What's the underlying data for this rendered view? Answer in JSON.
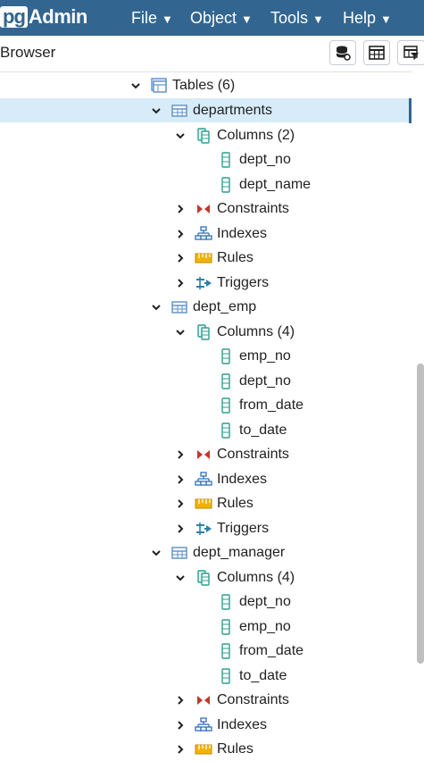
{
  "navbar": {
    "logo_prefix": "pg",
    "logo_suffix": "Admin",
    "menus": [
      {
        "label": "File"
      },
      {
        "label": "Object"
      },
      {
        "label": "Tools"
      },
      {
        "label": "Help"
      }
    ]
  },
  "browser": {
    "title": "Browser"
  },
  "tree": [
    {
      "label": "Tables (6)",
      "type": "tables",
      "expanded": true,
      "selected": false
    },
    {
      "label": "departments",
      "type": "table",
      "expanded": true,
      "selected": true
    },
    {
      "label": "Columns (2)",
      "type": "columns",
      "expanded": true,
      "selected": false
    },
    {
      "label": "dept_no",
      "type": "column",
      "selected": false
    },
    {
      "label": "dept_name",
      "type": "column",
      "selected": false
    },
    {
      "label": "Constraints",
      "type": "constraints",
      "expanded": false,
      "selected": false
    },
    {
      "label": "Indexes",
      "type": "indexes",
      "expanded": false,
      "selected": false
    },
    {
      "label": "Rules",
      "type": "rules",
      "expanded": false,
      "selected": false
    },
    {
      "label": "Triggers",
      "type": "triggers",
      "expanded": false,
      "selected": false
    },
    {
      "label": "dept_emp",
      "type": "table",
      "expanded": true,
      "selected": false
    },
    {
      "label": "Columns (4)",
      "type": "columns",
      "expanded": true,
      "selected": false
    },
    {
      "label": "emp_no",
      "type": "column",
      "selected": false
    },
    {
      "label": "dept_no",
      "type": "column",
      "selected": false
    },
    {
      "label": "from_date",
      "type": "column",
      "selected": false
    },
    {
      "label": "to_date",
      "type": "column",
      "selected": false
    },
    {
      "label": "Constraints",
      "type": "constraints",
      "expanded": false,
      "selected": false
    },
    {
      "label": "Indexes",
      "type": "indexes",
      "expanded": false,
      "selected": false
    },
    {
      "label": "Rules",
      "type": "rules",
      "expanded": false,
      "selected": false
    },
    {
      "label": "Triggers",
      "type": "triggers",
      "expanded": false,
      "selected": false
    },
    {
      "label": "dept_manager",
      "type": "table",
      "expanded": true,
      "selected": false
    },
    {
      "label": "Columns (4)",
      "type": "columns",
      "expanded": true,
      "selected": false
    },
    {
      "label": "dept_no",
      "type": "column",
      "selected": false
    },
    {
      "label": "emp_no",
      "type": "column",
      "selected": false
    },
    {
      "label": "from_date",
      "type": "column",
      "selected": false
    },
    {
      "label": "to_date",
      "type": "column",
      "selected": false
    },
    {
      "label": "Constraints",
      "type": "constraints",
      "expanded": false,
      "selected": false
    },
    {
      "label": "Indexes",
      "type": "indexes",
      "expanded": false,
      "selected": false
    },
    {
      "label": "Rules",
      "type": "rules",
      "expanded": false,
      "selected": false
    }
  ],
  "colors": {
    "navbar": "#326690",
    "selection": "#d7ecf8",
    "table_icon": "#5b8fc7",
    "column_icon": "#2f9e8f",
    "constraint_icon": "#c0392b",
    "index_icon": "#2f6fb8",
    "rules_icon": "#f0b400",
    "trigger_icon": "#2f7fa8"
  }
}
